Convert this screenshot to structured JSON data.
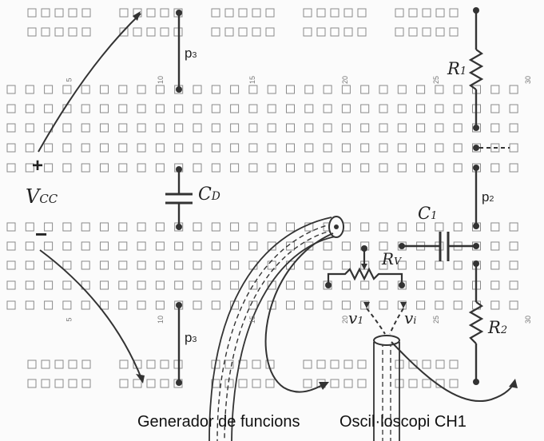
{
  "labels": {
    "vcc_main": "V",
    "vcc_sub": "CC",
    "plus": "+",
    "minus": "−",
    "p3_top": "p",
    "p3_top_sub": "3",
    "p3_bottom": "p",
    "p3_bottom_sub": "3",
    "p2": "p",
    "p2_sub": "2",
    "cd_main": "C",
    "cd_sub": "D",
    "c1_main": "C",
    "c1_sub": "1",
    "r1_main": "R",
    "r1_sub": "1",
    "r2_main": "R",
    "r2_sub": "2",
    "rv_main": "R",
    "rv_sub": "V",
    "v1_main": "v",
    "v1_sub": "1",
    "vi_main": "v",
    "vi_sub": "i"
  },
  "column_numbers": {
    "upper": [
      "5",
      "10",
      "15",
      "20",
      "25",
      "30"
    ],
    "lower": [
      "5",
      "10",
      "15",
      "20",
      "25",
      "30"
    ]
  },
  "captions": {
    "generator": "Generador de funcions",
    "oscilloscope": "Oscil·loscopi CH1"
  }
}
